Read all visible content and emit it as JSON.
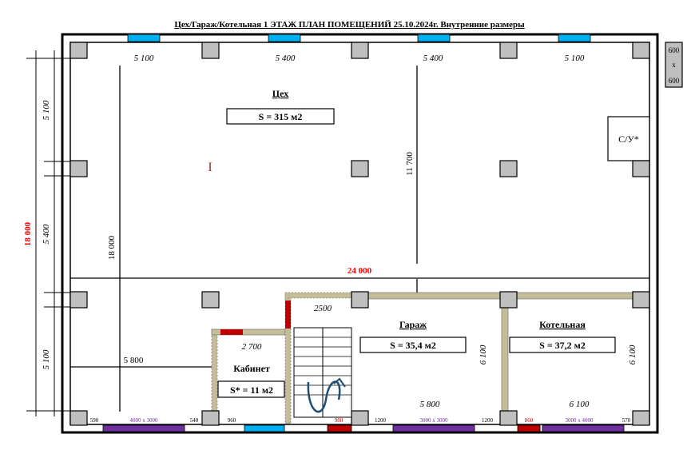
{
  "title": "Цех/Гараж/Котельная 1 ЭТАЖ ПЛАН ПОМЕЩЕНИЙ 25.10.2024г. Внутренние размеры",
  "column_legend": [
    "600",
    "x",
    "600"
  ],
  "colors": {
    "wall": "#000000",
    "column_fill": "#bfbfbf",
    "window_blue": "#00b0f0",
    "gate_purple": "#7030a0",
    "door_red": "#c00000",
    "partition": "#c4bd97",
    "dim_red": "#ff0000",
    "stair_arrow": "#1f4e79"
  },
  "top_spans": [
    "5 100",
    "5 400",
    "5 400",
    "5 100"
  ],
  "left_spans": [
    "5 100",
    "5 400",
    "5 100"
  ],
  "overall_height": "18 000",
  "overall_width": "24 000",
  "inner_dims": {
    "dim_18000": "18 000",
    "dim_11700": "11 700",
    "dim_5800_left": "5 800",
    "dim_2500": "2500",
    "dim_2700": "2 700",
    "dim_6100_garage": "6 100",
    "dim_6100_boiler": "6 100",
    "dim_5800_garage": "5 800",
    "dim_6100_boiler_w": "6 100"
  },
  "rooms": {
    "workshop": {
      "name": "Цех",
      "area": "S = 315 м2"
    },
    "garage": {
      "name": "Гараж",
      "area": "S = 35,4 м2"
    },
    "boiler": {
      "name": "Котельная",
      "area": "S = 37,2 м2"
    },
    "office": {
      "name": "Кабинет",
      "area": "S* = 11 м2"
    },
    "wc": {
      "name": "С/У*"
    }
  },
  "crane_symbol": "I",
  "bottom_labels": [
    "590",
    "4000 х 3000",
    "540",
    "960",
    "980",
    "1200",
    "3000 х 3000",
    "1200",
    "860",
    "3000 х 4000",
    "570"
  ]
}
